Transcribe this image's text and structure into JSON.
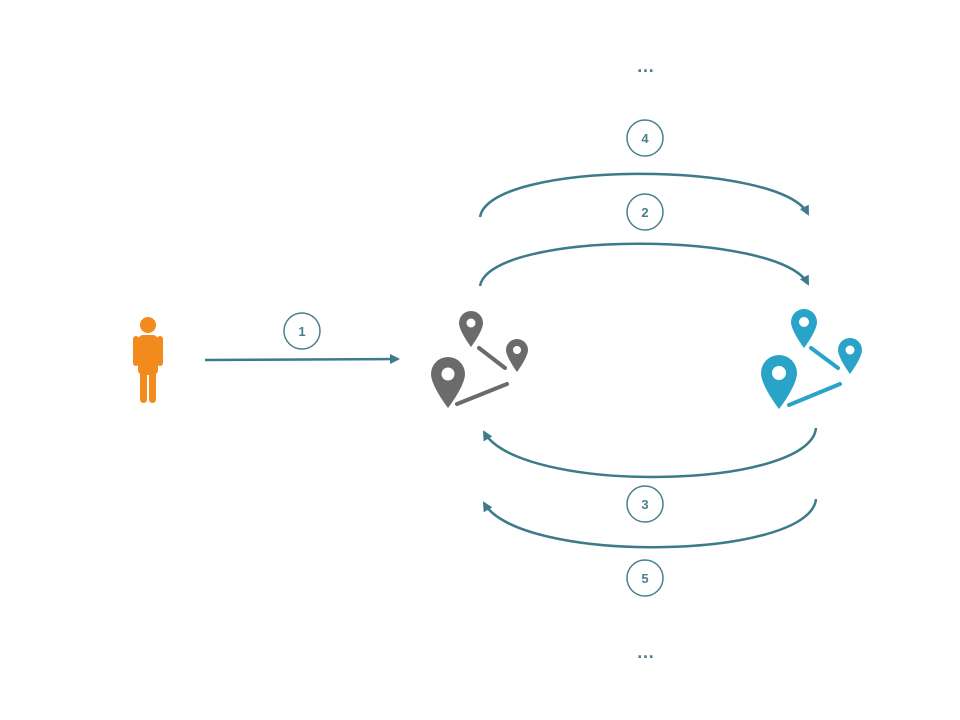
{
  "colors": {
    "arrow": "#3d7a8a",
    "badge_stroke": "#4a7f8c",
    "user": "#f28a1e",
    "map_gray": "#6b6b6b",
    "map_blue": "#2aa3c9",
    "background": "#ffffff"
  },
  "icons": {
    "user": "person-icon",
    "map_left": "map-route-pins-icon",
    "map_right": "map-route-pins-icon"
  },
  "ellipsis": {
    "top": "…",
    "bottom": "…"
  },
  "steps": {
    "s1": "1",
    "s2": "2",
    "s3": "3",
    "s4": "4",
    "s5": "5"
  }
}
